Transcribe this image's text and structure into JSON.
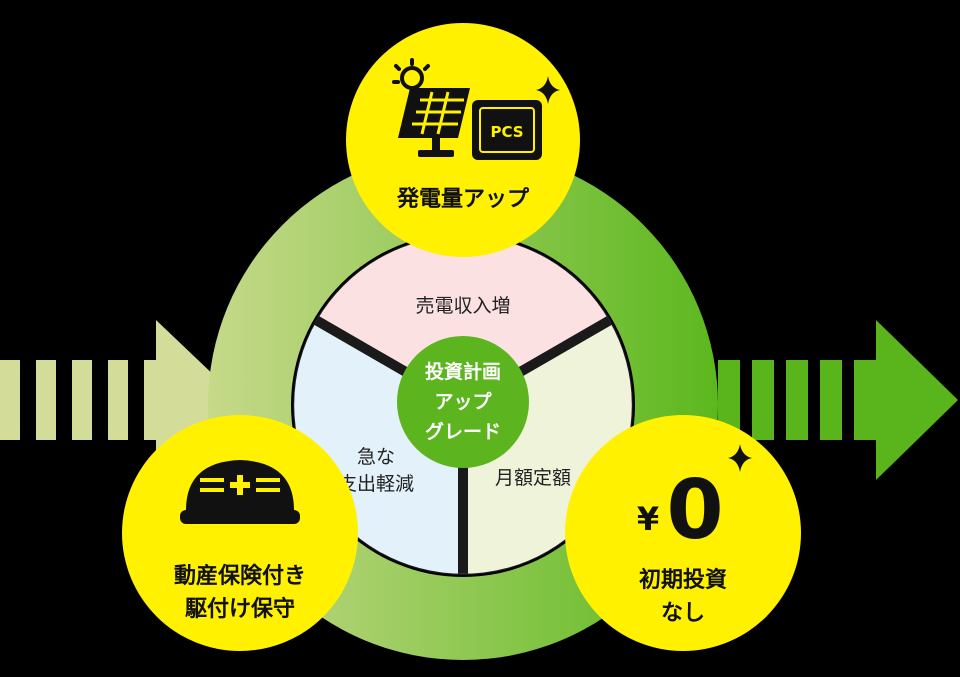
{
  "colors": {
    "background": "#000000",
    "yellow": "#fff100",
    "ring_green_light": "#c6d98a",
    "ring_green_dark": "#5cb81e",
    "arrow_left": "#d4dc9a",
    "arrow_right": "#5ab51c",
    "center_green": "#5cb51e",
    "sector_top": "#fbe1e2",
    "sector_left": "#e3f1fb",
    "sector_right": "#eef3d9"
  },
  "center": {
    "line1": "投資計画",
    "line2": "アップ",
    "line3": "グレード"
  },
  "sectors": {
    "top": "売電収入増",
    "left_line1": "急な",
    "left_line2": "支出軽減",
    "right": "月額定額"
  },
  "badges": {
    "top": {
      "label": "発電量アップ",
      "icon": "solar-panel-pcs-icon",
      "pcs_text": "PCS"
    },
    "left": {
      "line1": "動産保険付き",
      "line2": "駆付け保守",
      "icon": "helmet-icon"
    },
    "right": {
      "line1": "初期投資",
      "line2": "なし",
      "icon": "zero-yen-icon",
      "yen_symbol": "¥",
      "zero": "0"
    }
  }
}
